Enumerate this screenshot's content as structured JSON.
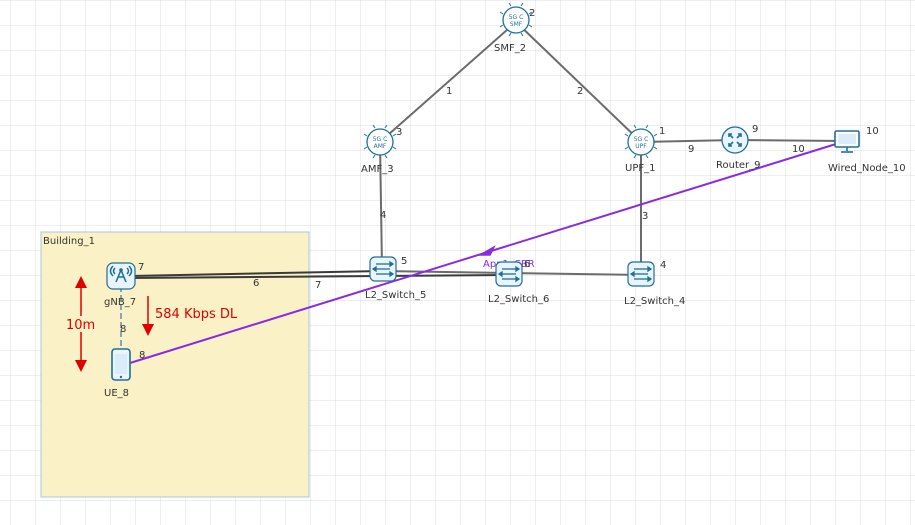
{
  "building": {
    "label": "Building_1"
  },
  "nodes": {
    "smf": {
      "label": "SMF_2",
      "id": "2",
      "icon": "5gc-smf-icon",
      "icon_text": [
        "5G C",
        "SMF"
      ]
    },
    "amf": {
      "label": "AMF_3",
      "id": "3",
      "icon": "5gc-amf-icon",
      "icon_text": [
        "5G C",
        "AMF"
      ]
    },
    "upf": {
      "label": "UPF_1",
      "id": "1",
      "icon": "5gc-upf-icon",
      "icon_text": [
        "5G C",
        "UPF"
      ]
    },
    "router": {
      "label": "Router_9",
      "id": "9",
      "icon": "router-icon"
    },
    "wired": {
      "label": "Wired_Node_10",
      "id": "10",
      "icon": "monitor-icon"
    },
    "sw5": {
      "label": "L2_Switch_5",
      "id": "5",
      "icon": "switch-icon"
    },
    "sw6": {
      "label": "L2_Switch_6",
      "id": "6",
      "icon": "switch-icon"
    },
    "sw4": {
      "label": "L2_Switch_4",
      "id": "4",
      "icon": "switch-icon"
    },
    "gnb": {
      "label": "gNB_7",
      "id": "7",
      "icon": "gnb-tower-icon"
    },
    "ue": {
      "label": "UE_8",
      "id": "8",
      "icon": "phone-icon"
    }
  },
  "links": {
    "amf_smf": "1",
    "smf_upf": "2",
    "upf_sw4": "3",
    "amf_sw5": "4",
    "gnb_sw5_a": "6",
    "gnb_sw5_b": "7",
    "upf_router": "9",
    "router_wired": "10",
    "gnb_ue": "8"
  },
  "application": {
    "label": "App1_CBR",
    "color": "#8a2be2"
  },
  "annotations": {
    "distance": "10m",
    "throughput": "584 Kbps DL",
    "color": "#e00000"
  }
}
